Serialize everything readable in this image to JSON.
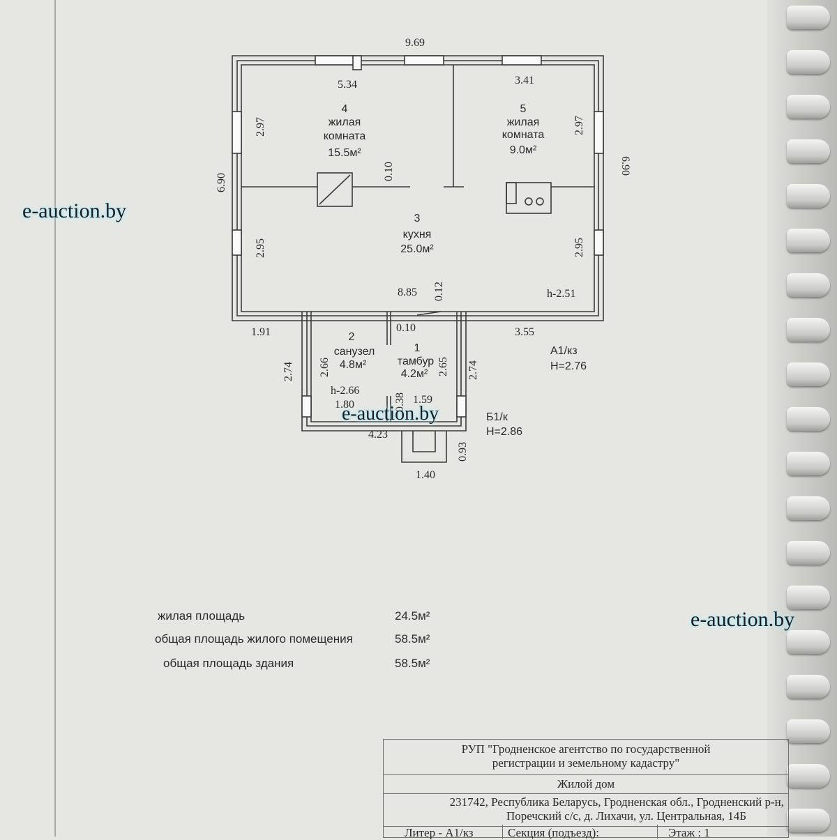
{
  "watermark": "e-auction.by",
  "plan": {
    "dims": {
      "top_total": "9.69",
      "room4_width": "5.34",
      "room5_width": "3.41",
      "left_height": "6.90",
      "right_height": "6.90",
      "room4_h_left": "2.97",
      "room5_h_right": "2.97",
      "partition": "0.10",
      "kitchen_h_left": "2.95",
      "kitchen_h_right": "2.95",
      "kitchen_width": "8.85",
      "wall_012": "0.12",
      "kitchen_ceiling": "h-2.51",
      "left_offset": "1.91",
      "right_offset": "3.55",
      "wall_010b": "0.10",
      "annex_h_left": "2.74",
      "bath_h": "2.66",
      "bath_ceiling": "h-2.66",
      "bath_width": "1.80",
      "annex_width": "4.23",
      "vest_h": "2.65",
      "annex_h_right": "2.74",
      "wall_038": "0.38",
      "vest_width": "1.59",
      "porch_depth": "0.93",
      "porch_width": "1.40"
    },
    "rooms": {
      "r4": {
        "num": "4",
        "name1": "жилая",
        "name2": "комната",
        "area": "15.5м²"
      },
      "r5": {
        "num": "5",
        "name1": "жилая",
        "name2": "комната",
        "area": "9.0м²"
      },
      "r3": {
        "num": "3",
        "name": "кухня",
        "area": "25.0м²"
      },
      "r2": {
        "num": "2",
        "name": "санузел",
        "area": "4.8м²"
      },
      "r1": {
        "num": "1",
        "name": "тамбур",
        "area": "4.2м²"
      }
    },
    "labels": {
      "a1": "А1/кз",
      "a1_h": "H=2.76",
      "b1": "Б1/к",
      "b1_h": "H=2.86"
    }
  },
  "areas": [
    {
      "label": "жилая площадь",
      "value": "24.5м²"
    },
    {
      "label": "общая площадь жилого помещения",
      "value": "58.5м²"
    },
    {
      "label": "общая площадь  здания",
      "value": "58.5м²"
    }
  ],
  "stamp": {
    "org1": "РУП \"Гродненское агентство по государственной",
    "org2": "регистрации  и земельному кадастру\"",
    "object": "Жилой дом",
    "addr1": "231742, Республика Беларусь, Гродненская обл., Гродненский р-н,",
    "addr2": "Поречский с/с, д. Лихачи, ул. Центральная, 14Б",
    "liter": "Литер - А1/кз",
    "section": "Секция (подъезд):",
    "floor": "Этаж : 1"
  }
}
